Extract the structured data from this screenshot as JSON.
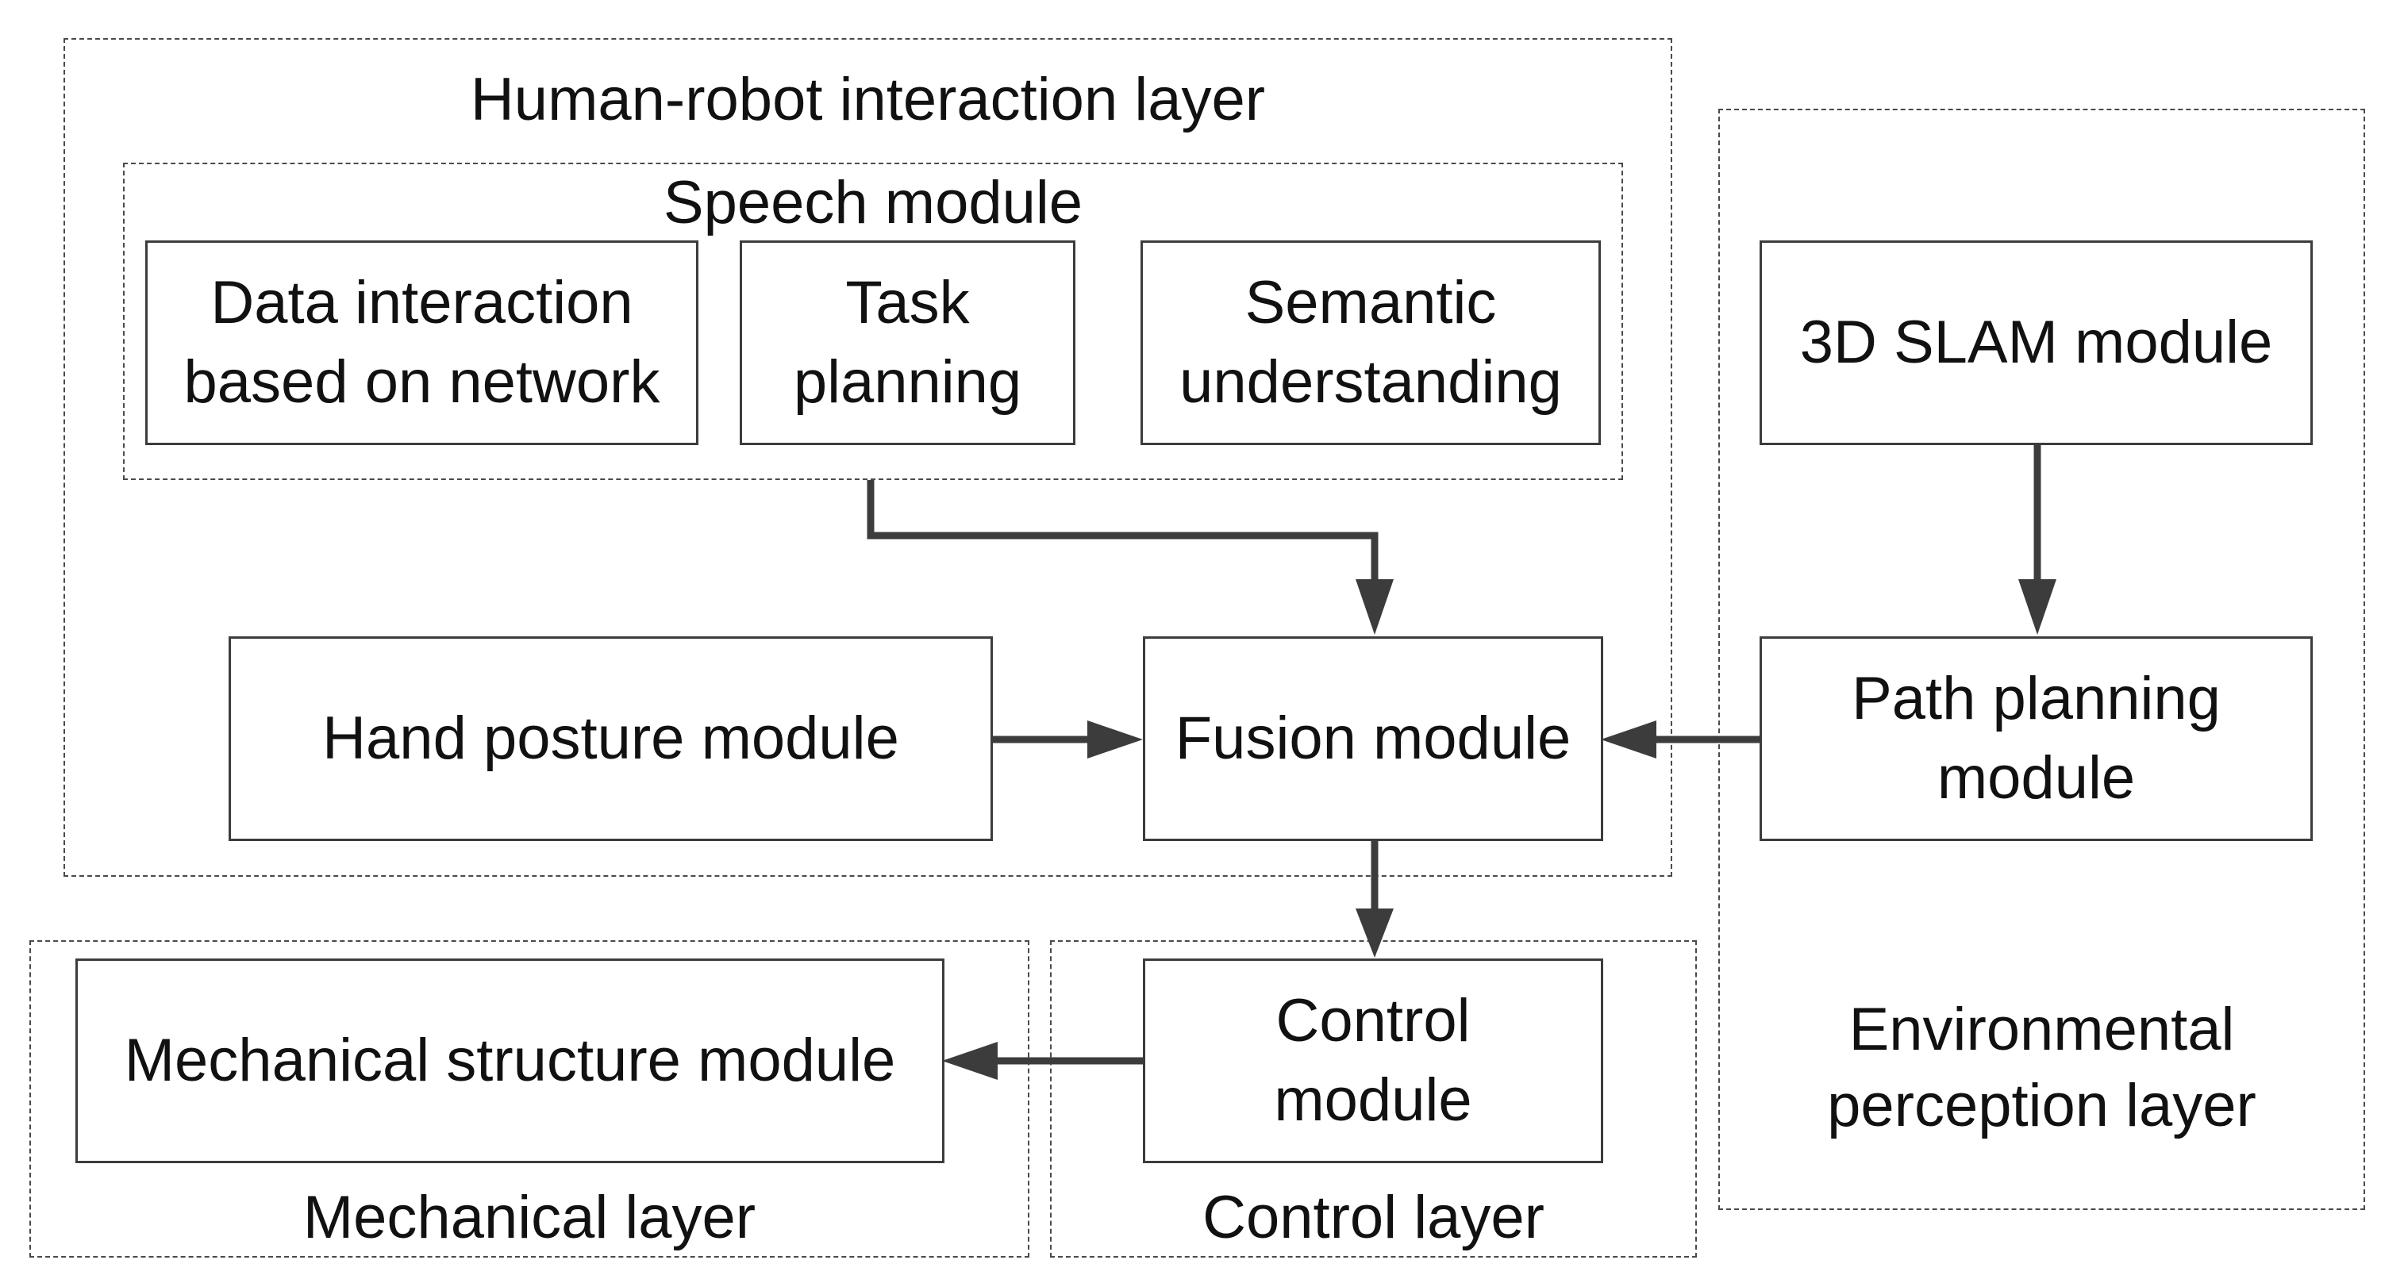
{
  "layers": {
    "hri": "Human-robot interaction layer",
    "speech": "Speech module",
    "environmental": "Environmental\nperception layer",
    "mechanical": "Mechanical layer",
    "control": "Control layer"
  },
  "modules": {
    "data_interaction": "Data interaction\nbased on network",
    "task_planning": "Task\nplanning",
    "semantic_understanding": "Semantic\nunderstanding",
    "slam": "3D SLAM module",
    "hand_posture": "Hand posture module",
    "fusion": "Fusion module",
    "path_planning": "Path planning\nmodule",
    "control": "Control\nmodule",
    "mechanical_structure": "Mechanical structure module"
  },
  "colors": {
    "line": "#3c3c3c",
    "dashed_border": "#4a4a4a"
  }
}
